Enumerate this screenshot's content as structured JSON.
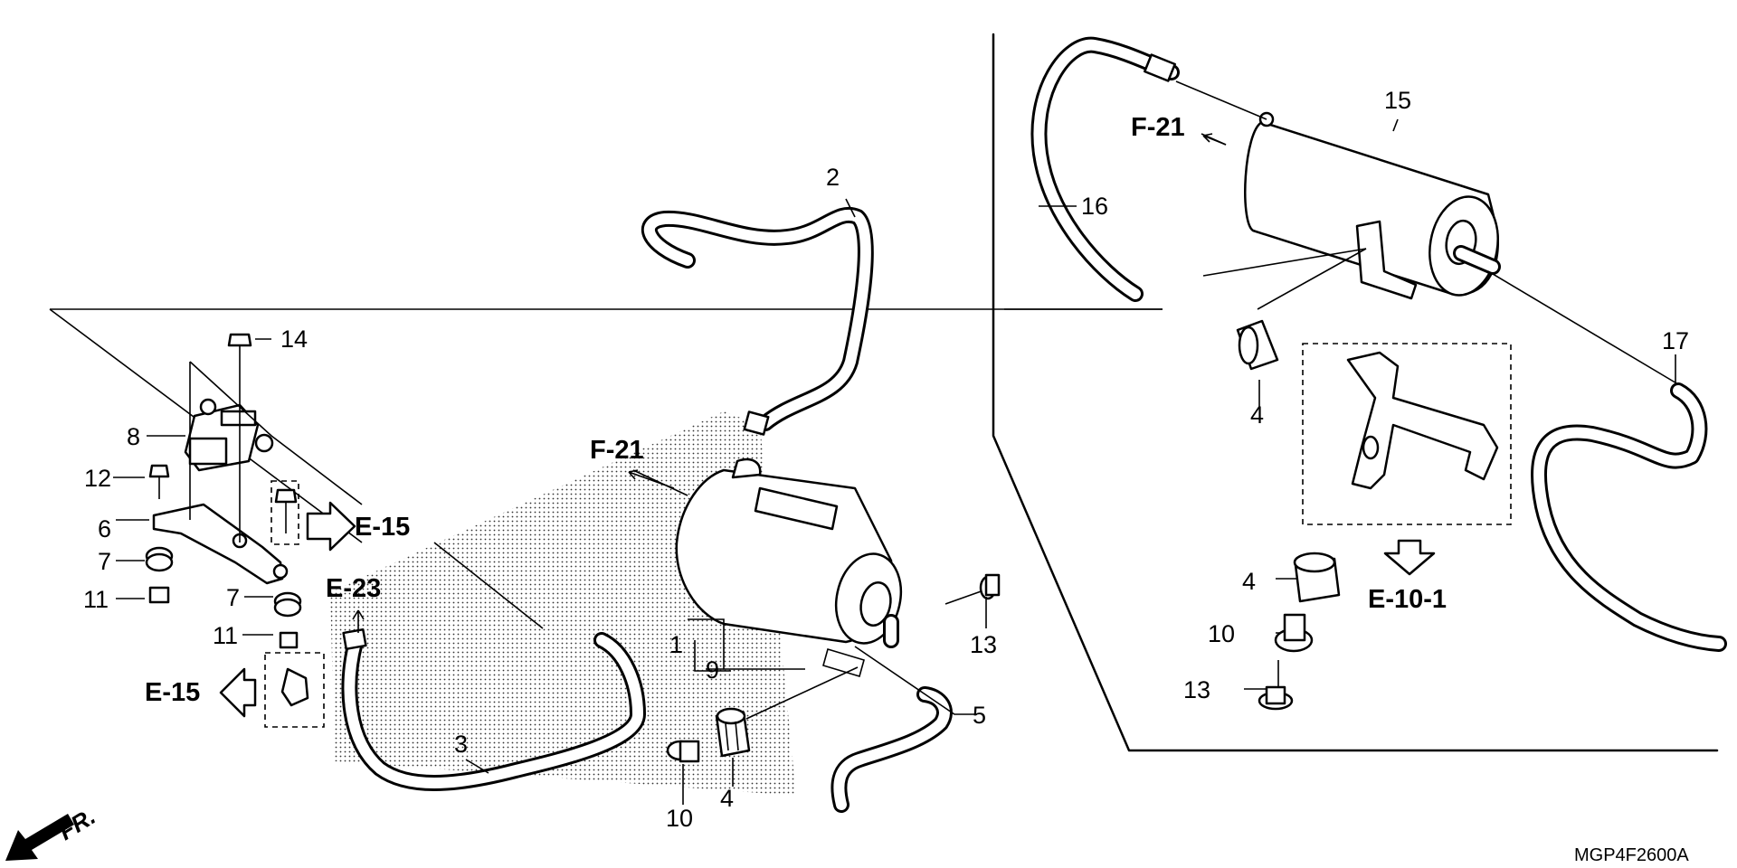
{
  "diagram_code": "MGP4F2600A",
  "front_marker": "FR.",
  "part_labels": [
    "1",
    "2",
    "3",
    "4",
    "4",
    "4",
    "5",
    "6",
    "7",
    "7",
    "8",
    "9",
    "10",
    "10",
    "11",
    "11",
    "12",
    "13",
    "13",
    "14",
    "15",
    "16",
    "17"
  ],
  "refs": {
    "f21_center": "F-21",
    "f21_right": "F-21",
    "e15_right": "E-15",
    "e15_left": "E-15",
    "e23": "E-23",
    "e10_1": "E-10-1"
  }
}
